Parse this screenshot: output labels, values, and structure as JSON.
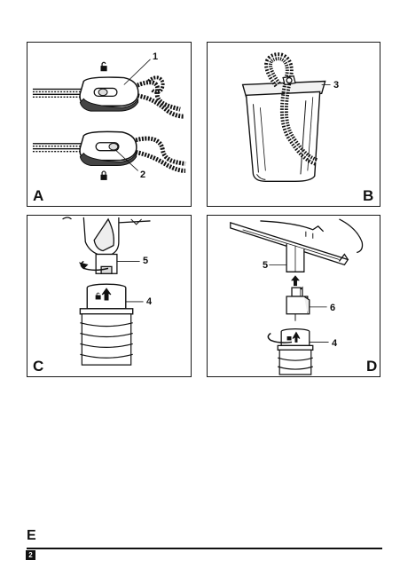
{
  "panels": {
    "a": {
      "letter": "A",
      "callouts": [
        "1",
        "2"
      ]
    },
    "b": {
      "letter": "B",
      "callouts": [
        "3"
      ]
    },
    "c": {
      "letter": "C",
      "callouts": [
        "5",
        "4"
      ]
    },
    "d": {
      "letter": "D",
      "callouts": [
        "5",
        "6",
        "4"
      ]
    }
  },
  "icons": [
    "unlocked-padlock-icon",
    "locked-padlock-icon",
    "lock-arrow-icon"
  ],
  "section_letter": "E",
  "page_number": "2",
  "colors": {
    "ink": "#111111",
    "tint": "#e6e6e6",
    "page": "#ffffff"
  }
}
